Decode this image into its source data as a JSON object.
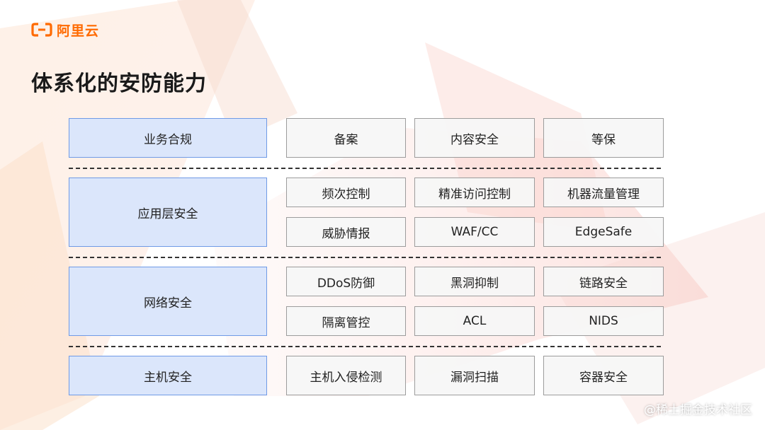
{
  "brand": {
    "name": "阿里云",
    "brand_color": "#ff6a00"
  },
  "title": "体系化的安防能力",
  "rows": [
    {
      "category": "业务合规",
      "items": [
        "备案",
        "内容安全",
        "等保"
      ]
    },
    {
      "category": "应用层安全",
      "items": [
        "频次控制",
        "精准访问控制",
        "机器流量管理",
        "威胁情报",
        "WAF/CC",
        "EdgeSafe"
      ]
    },
    {
      "category": "网络安全",
      "items": [
        "DDoS防御",
        "黑洞抑制",
        "链路安全",
        "隔离管控",
        "ACL",
        "NIDS"
      ]
    },
    {
      "category": "主机安全",
      "items": [
        "主机入侵检测",
        "漏洞扫描",
        "容器安全"
      ]
    }
  ],
  "colors": {
    "category_fill": "#dbe6fb",
    "category_border": "#6f9ae6",
    "item_fill": "#f7f7f7",
    "item_border": "#9c9c9c"
  },
  "watermark": "@稀土掘金技术社区"
}
